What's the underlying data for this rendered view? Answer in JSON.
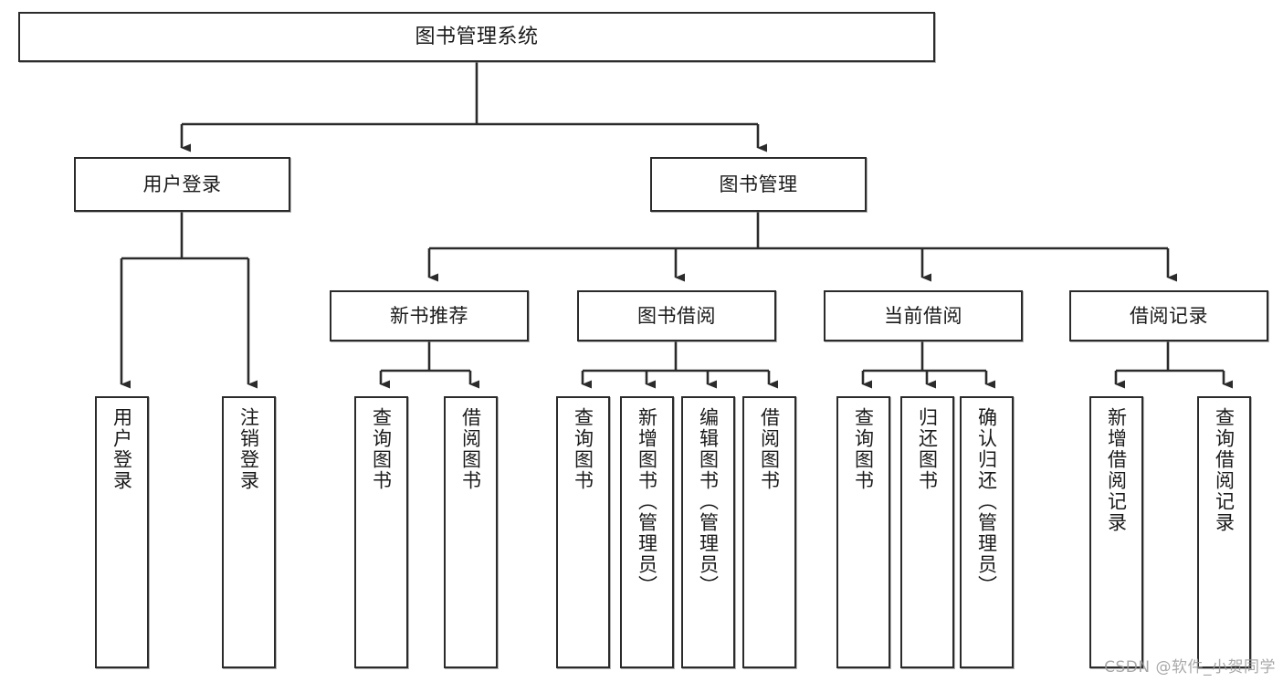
{
  "diagram": {
    "title": "图书管理系统",
    "watermark": "CSDN @软件_小贺同学",
    "line_color": "#2b2b2b",
    "box_fill": "#ffffff",
    "text_color": "#1a1a1a",
    "root": {
      "label": "图书管理系统"
    },
    "level2": [
      {
        "label": "用户登录"
      },
      {
        "label": "图书管理"
      }
    ],
    "level3": [
      {
        "label": "新书推荐"
      },
      {
        "label": "图书借阅"
      },
      {
        "label": "当前借阅"
      },
      {
        "label": "借阅记录"
      }
    ],
    "leaves": {
      "user_login": [
        {
          "label": "用户登录"
        },
        {
          "label": "注销登录"
        }
      ],
      "new_book": [
        {
          "label": "查询图书"
        },
        {
          "label": "借阅图书"
        }
      ],
      "book_borrow": [
        {
          "label": "查询图书"
        },
        {
          "label": "新增图书（管理员）"
        },
        {
          "label": "编辑图书（管理员）"
        },
        {
          "label": "借阅图书"
        }
      ],
      "current_borrow": [
        {
          "label": "查询图书"
        },
        {
          "label": "归还图书"
        },
        {
          "label": "确认归还（管理员）"
        }
      ],
      "borrow_record": [
        {
          "label": "新增借阅记录"
        },
        {
          "label": "查询借阅记录"
        }
      ]
    }
  }
}
